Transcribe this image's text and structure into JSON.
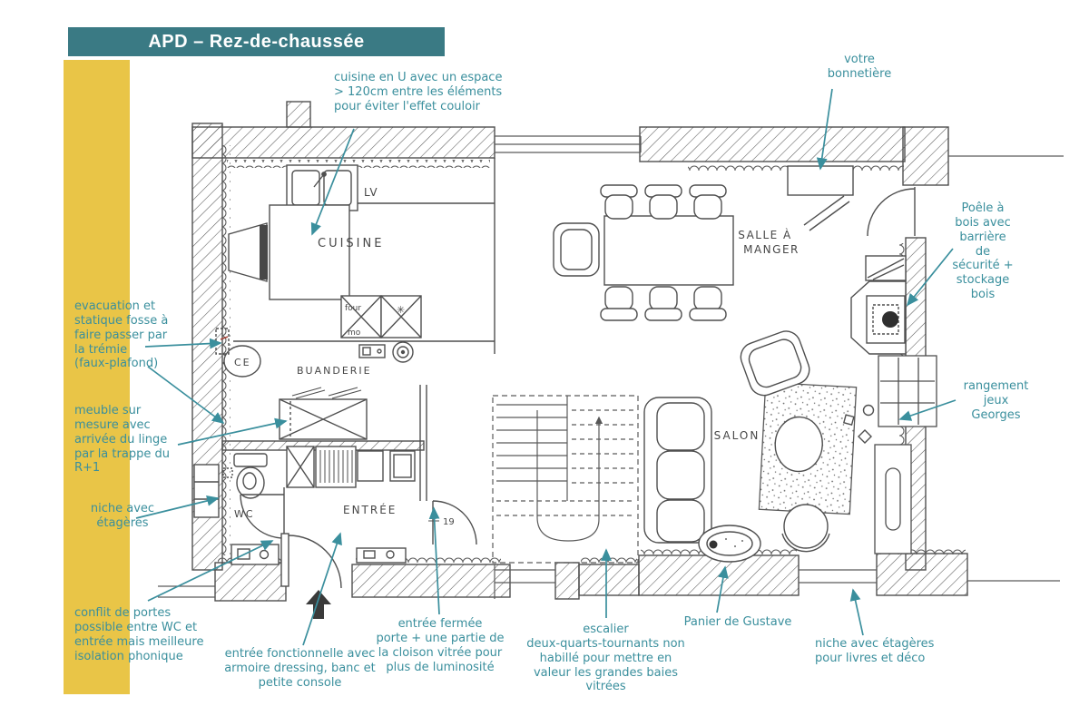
{
  "header": {
    "title": "APD – Rez-de-chaussée"
  },
  "colors": {
    "banner_teal": "#3a7a84",
    "sidebar_yellow": "#e9c547",
    "annotation_teal": "#3a8f9d",
    "plan_ink": "#4b4b4b"
  },
  "plan": {
    "labels": {
      "lv": "LV",
      "cuisine": "CUISINE",
      "four": "four",
      "mo": "mo",
      "asterisk": "✳",
      "ce": "CE",
      "buanderie": "BUANDERIE",
      "wc": "WC",
      "entree": "ENTRÉE",
      "d19": "19",
      "salle_line1": "SALLE À",
      "salle_line2": "MANGER",
      "salon": "SALON"
    }
  },
  "annotations": [
    {
      "id": "cuisine-u",
      "text": "cuisine en U avec un espace\n> 120cm entre les éléments\npour éviter l'effet couloir"
    },
    {
      "id": "bonnetiere",
      "text": "votre\nbonnetière"
    },
    {
      "id": "poele",
      "text": "Poêle à\nbois avec\nbarrière\nde\nsécurité +\nstockage\nbois"
    },
    {
      "id": "rangement-jeux",
      "text": "rangement\njeux\nGeorges"
    },
    {
      "id": "evacuation",
      "text": "evacuation et\nstatique fosse à\nfaire passer par\nla trémie\n(faux-plafond)"
    },
    {
      "id": "meuble-linge",
      "text": "meuble sur\nmesure avec\narrivée du linge\npar la trappe du\nR+1"
    },
    {
      "id": "niche-etageres",
      "text": "niche avec\nétagères"
    },
    {
      "id": "conflit-portes",
      "text": "conflit de portes\npossible entre WC et\nentrée mais meilleure\nisolation phonique"
    },
    {
      "id": "entree-fonctionnelle",
      "text": "entrée fonctionnelle avec\narmoire dressing, banc et\npetite console"
    },
    {
      "id": "entree-fermee",
      "text": "entrée fermée\nporte + une partie de\nla cloison vitrée pour\nplus de luminosité"
    },
    {
      "id": "escalier",
      "text": "escalier\ndeux-quarts-tournants non\nhabillé pour mettre en\nvaleur les grandes baies\nvitrées"
    },
    {
      "id": "panier-gustave",
      "text": "Panier de Gustave"
    },
    {
      "id": "niche-livres",
      "text": "niche avec étagères\npour livres et déco"
    }
  ]
}
